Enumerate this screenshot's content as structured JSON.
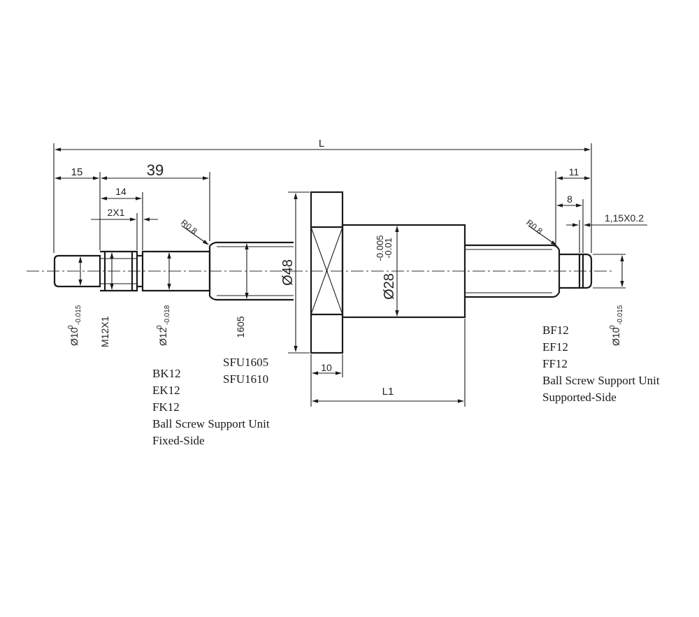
{
  "dimensions": {
    "overall_length": "L",
    "fixed_end_length": "15",
    "fixed_journal_length": "39",
    "thread_length": "14",
    "groove": "2X1",
    "fixed_radius": "R0.8",
    "flange_diameter": "Ø48",
    "nut_diameter": "Ø28",
    "nut_tol_upper": "-0.005",
    "nut_tol_lower": "-0.01",
    "flange_thickness": "10",
    "nut_length": "L1",
    "support_end_length": "11",
    "support_journal_length": "8",
    "circlip_groove": "1,15X0.2",
    "support_radius": "R0.8",
    "fixed_end_diameter": "Ø10",
    "fixed_end_tol_upper": "0",
    "fixed_end_tol_lower": "-0.015",
    "thread_spec": "M12X1",
    "journal_diameter": "Ø12",
    "journal_tol_upper": "0",
    "journal_tol_lower": "-0.018",
    "screw_spec": "1605",
    "support_end_diameter": "Ø10",
    "support_end_tol_upper": "0",
    "support_end_tol_lower": "-0.015"
  },
  "nut_models": [
    "SFU1605",
    "SFU1610"
  ],
  "fixed_side_notes": [
    "BK12",
    "EK12",
    "FK12",
    "Ball Screw Support Unit",
    "Fixed-Side"
  ],
  "supported_side_notes": [
    "BF12",
    "EF12",
    "FF12",
    "Ball Screw Support Unit",
    "Supported-Side"
  ]
}
